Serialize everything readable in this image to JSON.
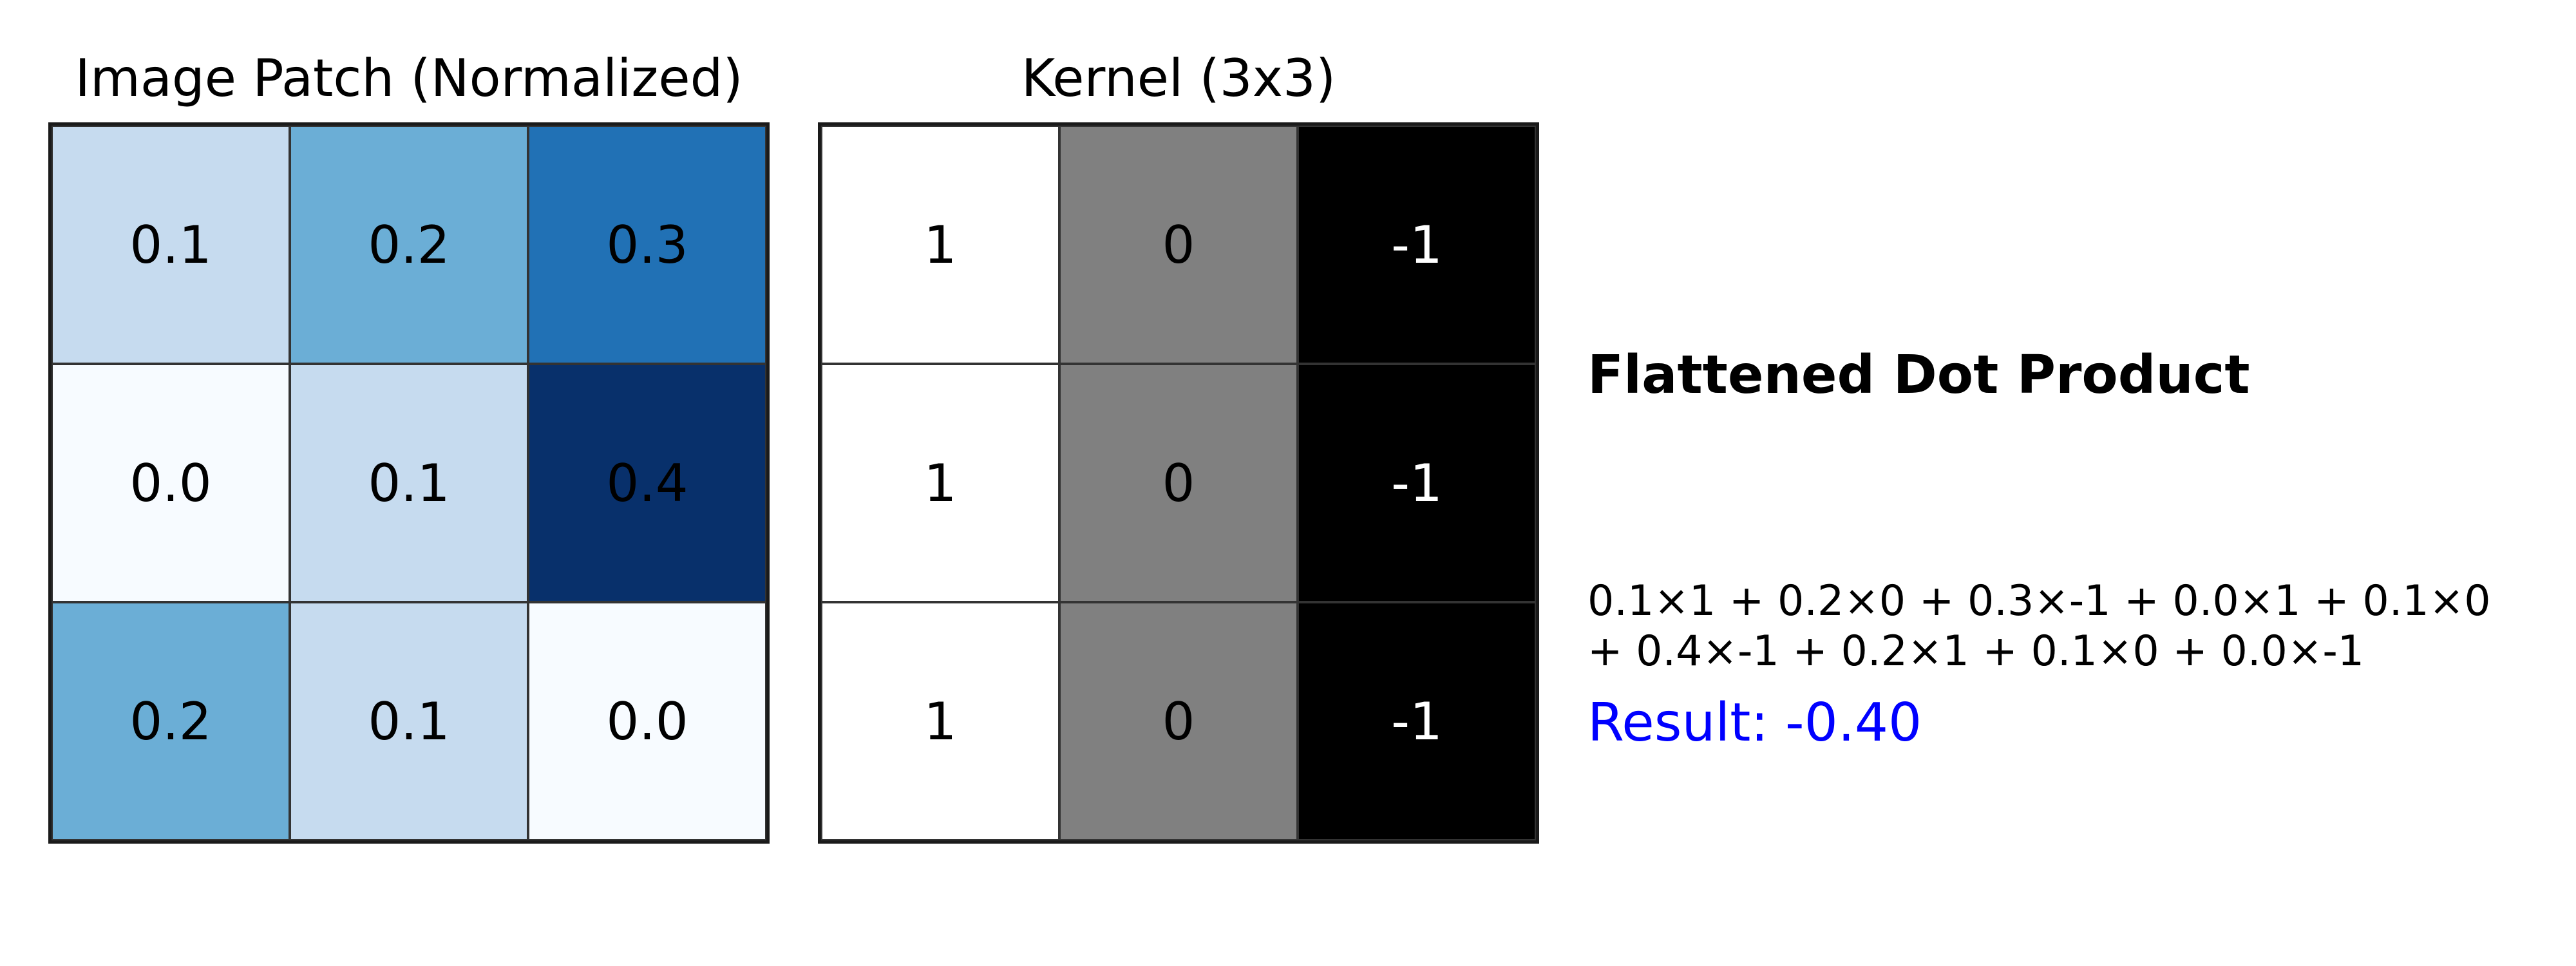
{
  "patch": {
    "title": "Image Patch (Normalized)",
    "cells": [
      {
        "label": "0.1",
        "bg": "#c6dbef",
        "fg": "#000000"
      },
      {
        "label": "0.2",
        "bg": "#6baed6",
        "fg": "#000000"
      },
      {
        "label": "0.3",
        "bg": "#2171b5",
        "fg": "#000000"
      },
      {
        "label": "0.0",
        "bg": "#f7fbff",
        "fg": "#000000"
      },
      {
        "label": "0.1",
        "bg": "#c6dbef",
        "fg": "#000000"
      },
      {
        "label": "0.4",
        "bg": "#08306b",
        "fg": "#000000"
      },
      {
        "label": "0.2",
        "bg": "#6baed6",
        "fg": "#000000"
      },
      {
        "label": "0.1",
        "bg": "#c6dbef",
        "fg": "#000000"
      },
      {
        "label": "0.0",
        "bg": "#f7fbff",
        "fg": "#000000"
      }
    ]
  },
  "kernel": {
    "title": "Kernel (3x3)",
    "cells": [
      {
        "label": "1",
        "bg": "#ffffff",
        "fg": "#000000"
      },
      {
        "label": "0",
        "bg": "#808080",
        "fg": "#000000"
      },
      {
        "label": "-1",
        "bg": "#000000",
        "fg": "#ffffff"
      },
      {
        "label": "1",
        "bg": "#ffffff",
        "fg": "#000000"
      },
      {
        "label": "0",
        "bg": "#808080",
        "fg": "#000000"
      },
      {
        "label": "-1",
        "bg": "#000000",
        "fg": "#ffffff"
      },
      {
        "label": "1",
        "bg": "#ffffff",
        "fg": "#000000"
      },
      {
        "label": "0",
        "bg": "#808080",
        "fg": "#000000"
      },
      {
        "label": "-1",
        "bg": "#000000",
        "fg": "#ffffff"
      }
    ]
  },
  "dot_product": {
    "title": "Flattened Dot Product",
    "formula_line_1": "0.1×1 + 0.2×0 + 0.3×-1 + 0.0×1 + 0.1×0",
    "formula_line_2": "+ 0.4×-1 + 0.2×1 + 0.1×0 + 0.0×-1",
    "result": "Result: -0.40",
    "result_color": "#0000ff"
  }
}
